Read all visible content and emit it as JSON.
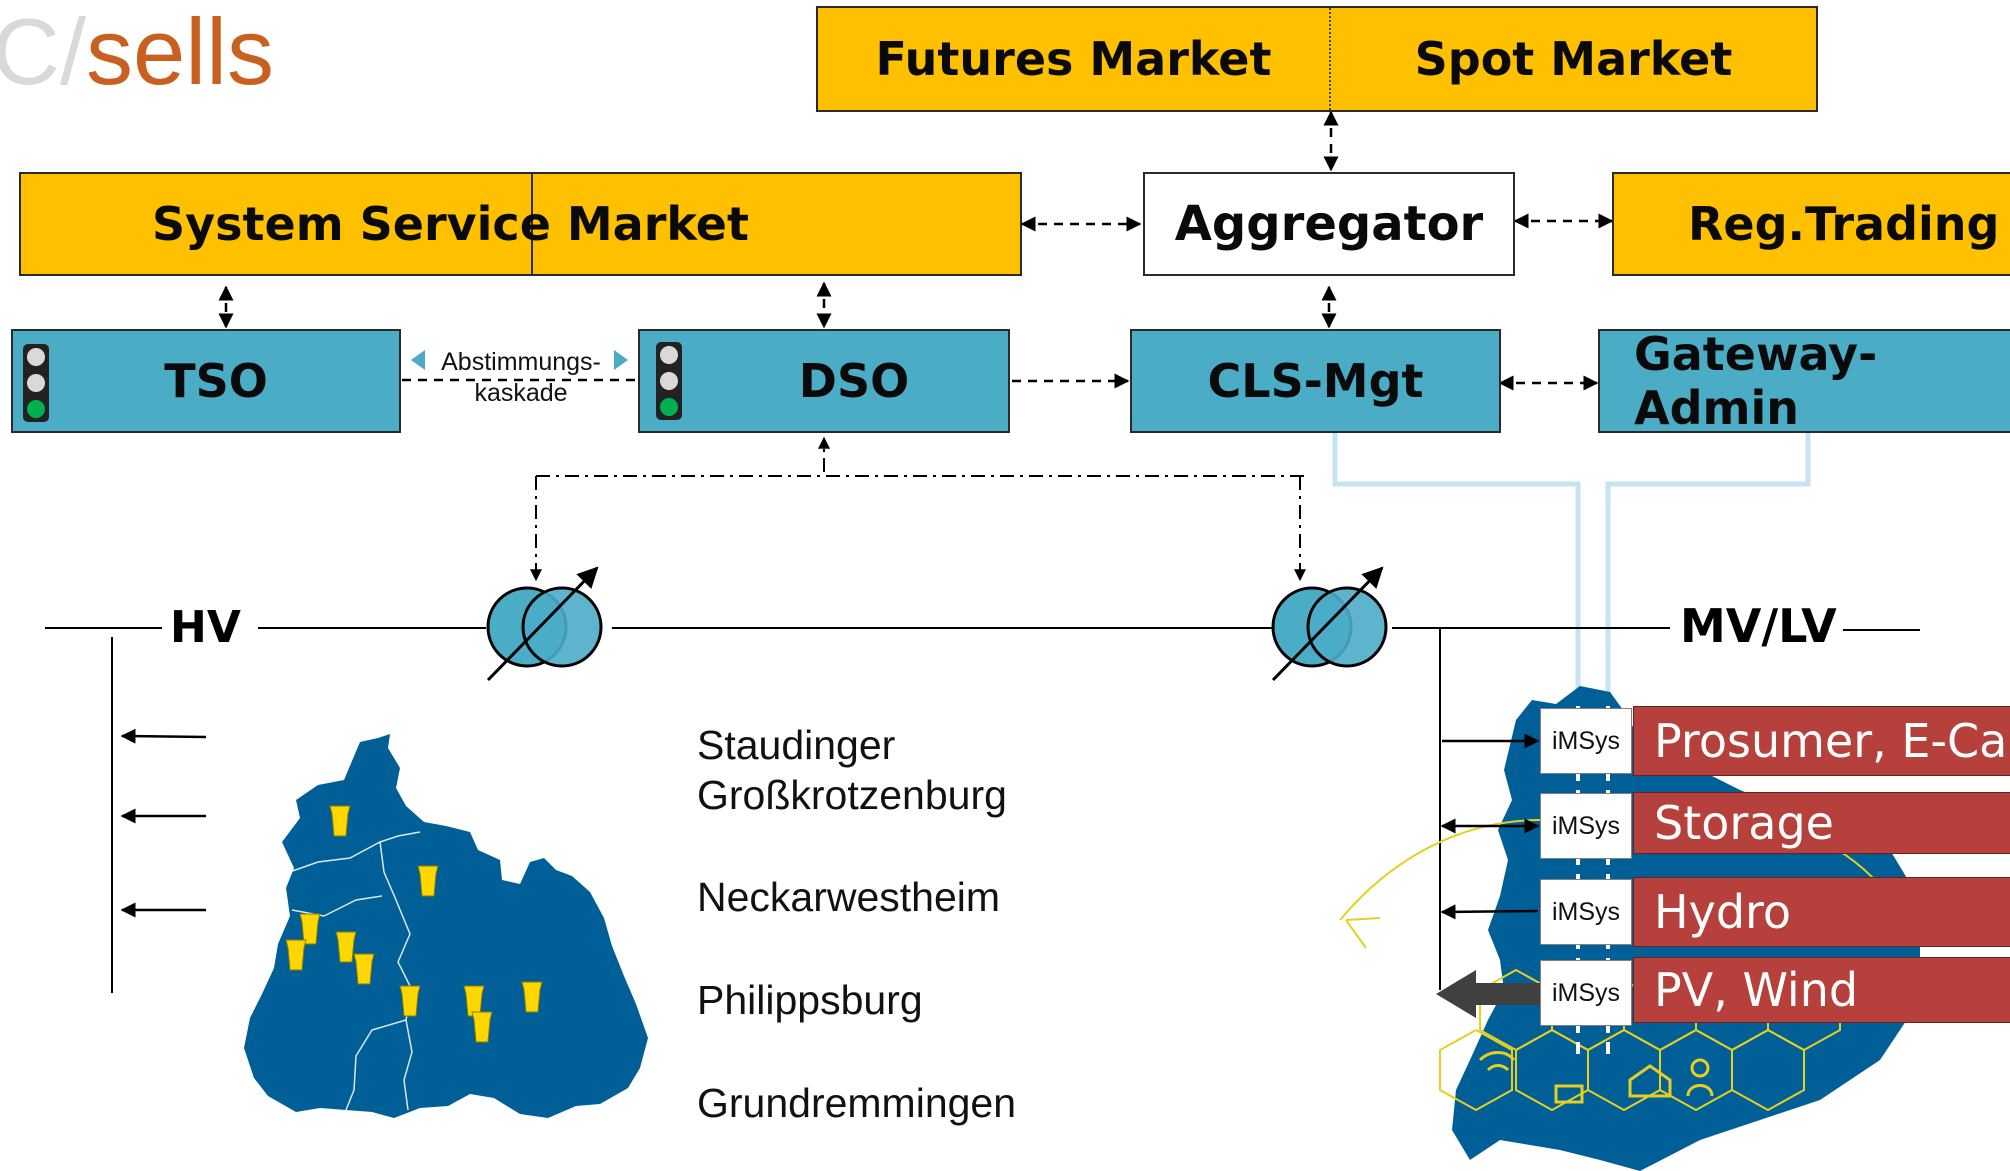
{
  "logo": {
    "prefix": "C/",
    "word": "sells"
  },
  "markets": {
    "futures": "Futures Market",
    "spot": "Spot Market",
    "system_service": "System Service Market",
    "reg_trading": "Reg.Trading"
  },
  "actors": {
    "aggregator": "Aggregator",
    "tso": "TSO",
    "dso": "DSO",
    "cls_mgt": "CLS-Mgt",
    "gateway_admin": "Gateway-Admin"
  },
  "coordination": {
    "line1": "Abstimmungs-",
    "line2": "kaskade"
  },
  "grid": {
    "hv": "HV",
    "mvlv": "MV/LV"
  },
  "power_plants": [
    "Staudinger",
    "Großkrotzenburg",
    "Neckarwestheim",
    "Philippsburg",
    "Grundremmingen"
  ],
  "smart_meter_label": "iMSys",
  "consumers": [
    "Prosumer, E-Car",
    "Storage",
    "Hydro",
    "PV, Wind"
  ],
  "colors": {
    "market_yellow": "#ffc000",
    "actor_blue": "#4bacc6",
    "map_blue": "#005f96",
    "consumer_red": "#b5403c",
    "logo_orange": "#c8611f",
    "light_blue_line": "#c5e3f1"
  }
}
